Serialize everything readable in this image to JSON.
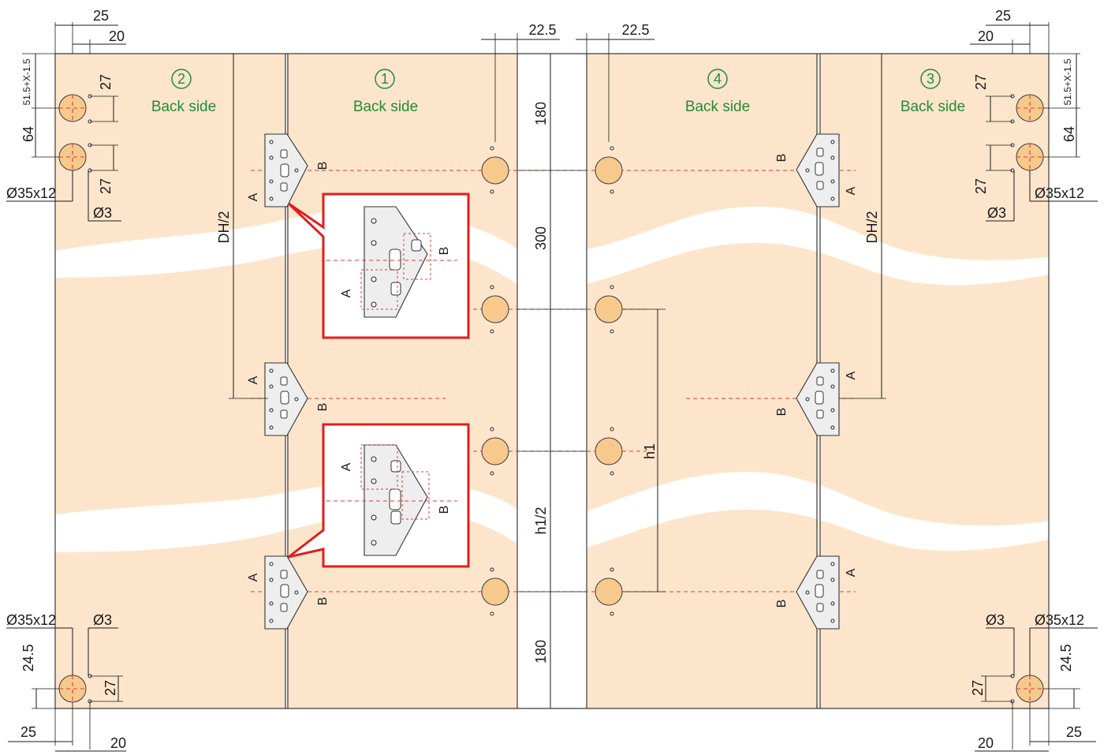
{
  "panels": {
    "p2": {
      "number": "②",
      "side": "Back side"
    },
    "p1": {
      "number": "①",
      "side": "Back side"
    },
    "p4": {
      "number": "④",
      "side": "Back side"
    },
    "p3": {
      "number": "③",
      "side": "Back side"
    }
  },
  "dims": {
    "top_left_25": "25",
    "top_left_20": "20",
    "top_right_25": "25",
    "top_right_20": "20",
    "top_mid_left": "22.5",
    "top_mid_right": "22.5",
    "left_offset": "51.5+X-1.5",
    "right_offset": "51.5+X-1.5",
    "left_64": "64",
    "right_64": "64",
    "left_27a": "27",
    "left_27b": "27",
    "right_27a": "27",
    "right_27b": "27",
    "cup_left_top": "Ø35x12",
    "cup_right_top": "Ø35x12",
    "pin_left_top": "Ø3",
    "pin_right_top": "Ø3",
    "cup_left_bot": "Ø35x12",
    "cup_right_bot": "Ø35x12",
    "pin_left_bot": "Ø3",
    "pin_right_bot": "Ø3",
    "left_24_5": "24.5",
    "right_24_5": "24.5",
    "left_27c": "27",
    "right_27c": "27",
    "bot_left_25": "25",
    "bot_left_20": "20",
    "bot_right_25": "25",
    "bot_right_20": "20",
    "mid_180_top": "180",
    "mid_300": "300",
    "mid_h1_2": "h1/2",
    "mid_180_bot": "180",
    "h1": "h1",
    "dh2_left": "DH/2",
    "dh2_right": "DH/2"
  },
  "hinge_labels": {
    "a": "A",
    "b": "B"
  },
  "colors": {
    "panel": "#fde5cc",
    "cup": "#f7c98c",
    "centerline": "#e23a3a",
    "callout": "#e01e1e",
    "label": "#228b3a"
  }
}
